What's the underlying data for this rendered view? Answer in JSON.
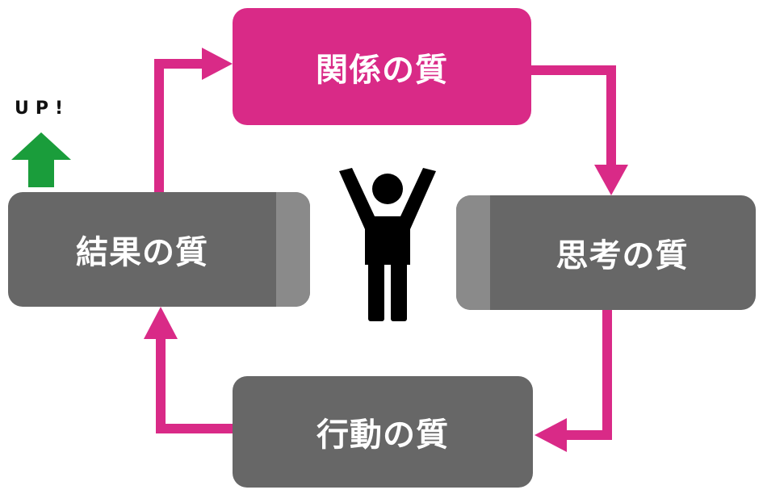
{
  "diagram": {
    "title": "",
    "nodes": {
      "top": "関係の質",
      "right": "思考の質",
      "bottom": "行動の質",
      "left": "結果の質"
    },
    "up_label": "UP!",
    "flow_order": [
      "関係の質",
      "思考の質",
      "行動の質",
      "結果の質"
    ],
    "colors": {
      "accent": "#d92a87",
      "node": "#676767",
      "node_stripe": "#8a8a8a",
      "up_arrow": "#1a9d3b",
      "figure": "#000000",
      "text": "#ffffff"
    },
    "icons": [
      "person-raised-arms-icon",
      "up-arrow-icon"
    ]
  }
}
